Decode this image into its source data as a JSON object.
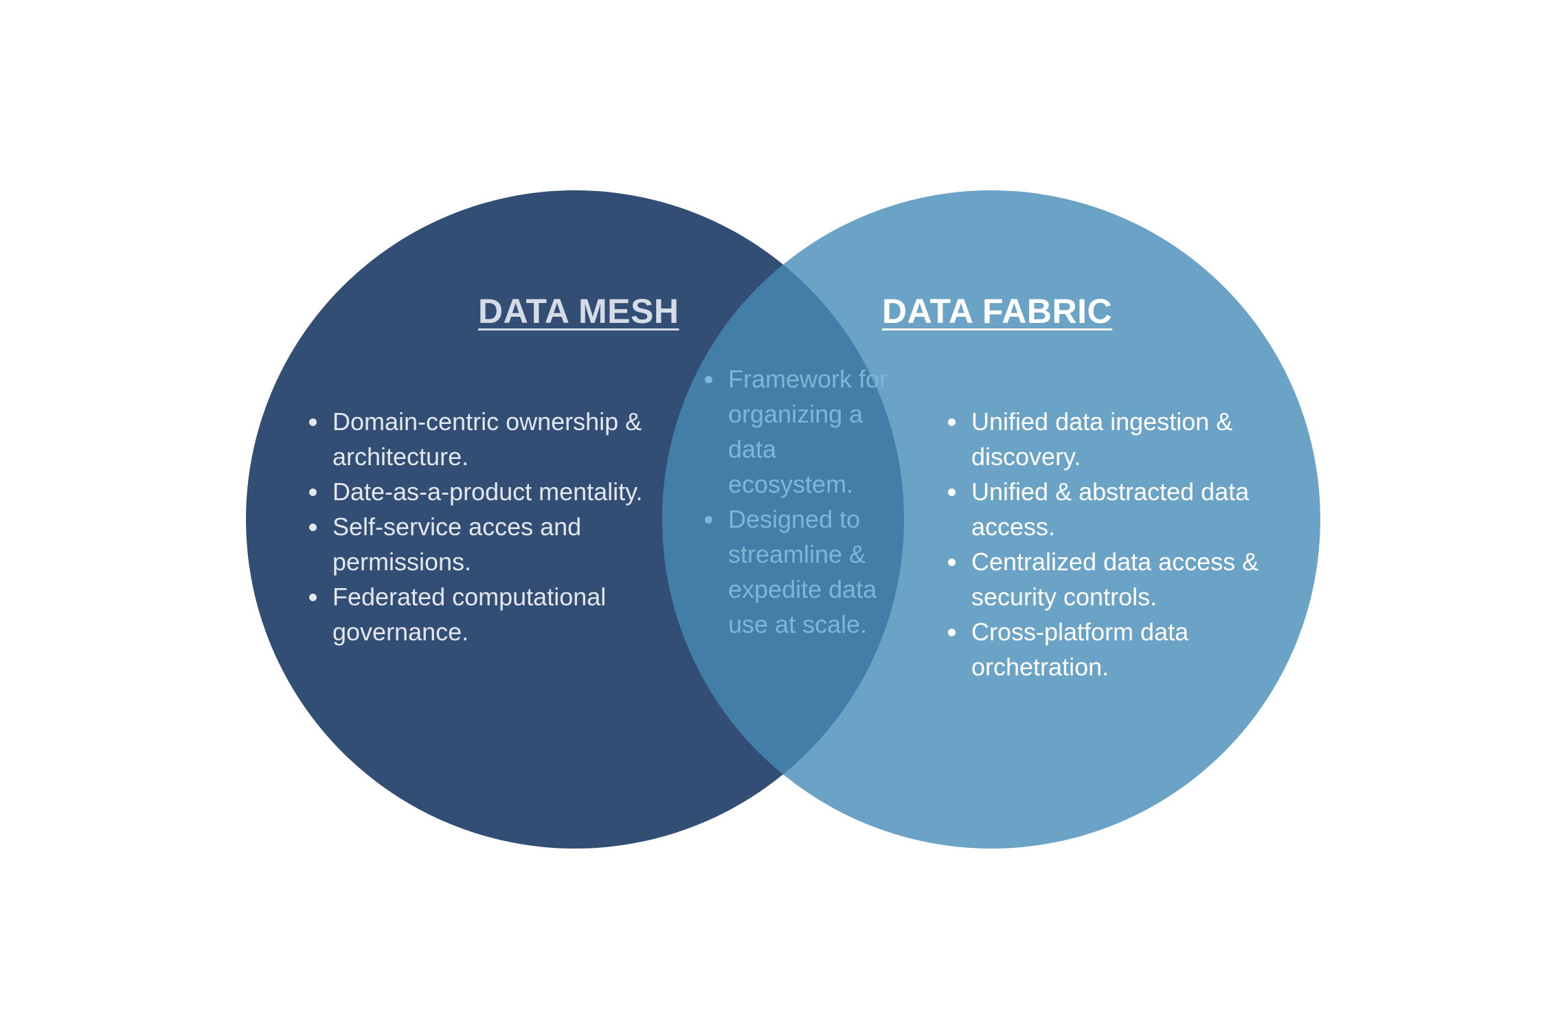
{
  "colors": {
    "mesh_circle": "#334e74",
    "fabric_circle": "#6ba3c6",
    "overlap": "#427ea8",
    "mesh_text": "#e3e7ee",
    "fabric_text": "#ffffff",
    "overlap_text": "#7fb5d6"
  },
  "mesh": {
    "title": "DATA MESH",
    "items": [
      {
        "text": "Domain-centric ownership & architecture."
      },
      {
        "text": "Date-as-a-product mentality."
      },
      {
        "text": "Self-service acces and permissions."
      },
      {
        "text": "Federated computational governance."
      }
    ]
  },
  "overlap": {
    "items": [
      {
        "text": "Framework for organizing a data ecosystem."
      },
      {
        "text": "Designed to streamline & expedite data use at scale."
      }
    ]
  },
  "fabric": {
    "title": "DATA FABRIC",
    "items": [
      {
        "text": "Unified data ingestion & discovery."
      },
      {
        "text": "Unified & abstracted data access."
      },
      {
        "text": "Centralized data access & security controls."
      },
      {
        "text": "Cross-platform data orchetration."
      }
    ]
  }
}
